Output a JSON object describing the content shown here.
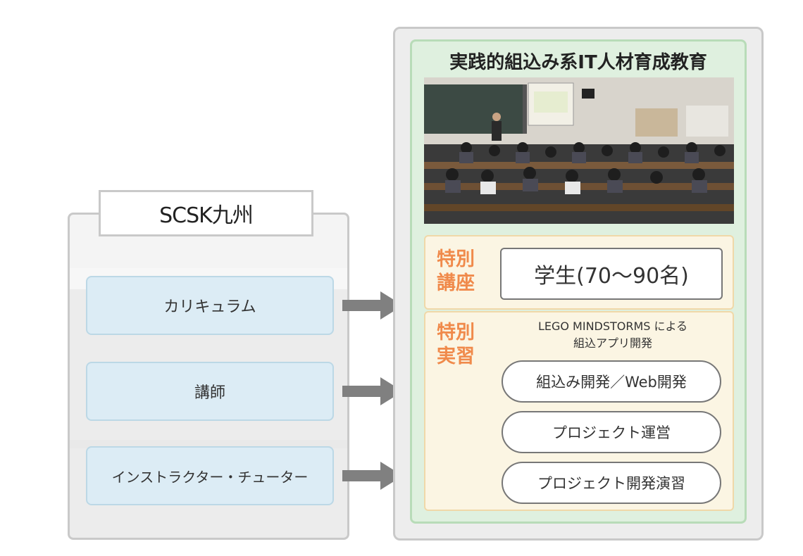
{
  "left": {
    "title": "SCSK九州",
    "items": [
      {
        "label": "カリキュラム"
      },
      {
        "label": "講師"
      },
      {
        "label": "インストラクター・チューター"
      }
    ]
  },
  "right": {
    "title": "実践的組込み系IT人材育成教育",
    "special_lecture": {
      "label_line1": "特別",
      "label_line2": "講座",
      "students": "学生(70～90名)"
    },
    "special_practice": {
      "label_line1": "特別",
      "label_line2": "実習",
      "caption_line1": "LEGO MINDSTORMS による",
      "caption_line2": "組込アプリ開発",
      "items": [
        {
          "label": "組込み開発／Web開発"
        },
        {
          "label": "プロジェクト運営"
        },
        {
          "label": "プロジェクト開発演習"
        }
      ]
    }
  },
  "colors": {
    "orange_label": "#f08a4b",
    "blue_box": "#dcecf5",
    "green_panel": "#dff0df",
    "cream_box": "#fbf5e3",
    "arrow": "#808080"
  },
  "icons": {
    "arrow": "right-arrow-icon"
  }
}
